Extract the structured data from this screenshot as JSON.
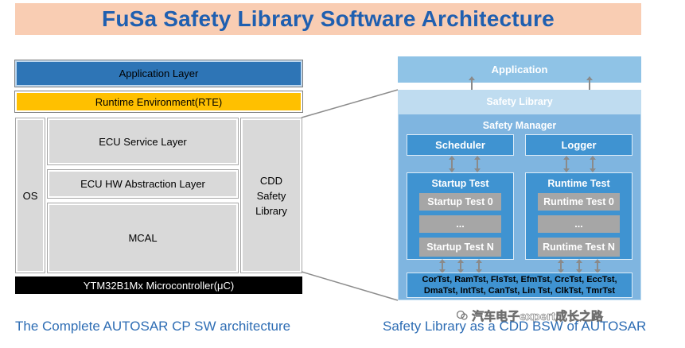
{
  "title": "FuSa Safety Library Software Architecture",
  "left": {
    "application_layer": "Application Layer",
    "rte": "Runtime Environment(RTE)",
    "os": "OS",
    "ecu_service": "ECU Service Layer",
    "ecu_hw": "ECU HW Abstraction Layer",
    "mcal": "MCAL",
    "cdd_line1": "CDD",
    "cdd_line2": "Safety",
    "cdd_line3": "Library",
    "micro": "YTM32B1Mx Microcontroller(μC)",
    "caption": "The Complete AUTOSAR CP SW architecture"
  },
  "right": {
    "application": "Application",
    "safety_library": "Safety Library",
    "safety_manager": "Safety Manager",
    "scheduler": "Scheduler",
    "logger": "Logger",
    "startup": {
      "title": "Startup Test",
      "items": [
        "Startup Test 0",
        "...",
        "Startup Test N"
      ]
    },
    "runtime": {
      "title": "Runtime Test",
      "items": [
        "Runtime Test 0",
        "...",
        "Runtime Test N"
      ]
    },
    "tests_line1": "CorTst, RamTst, FlsTst, EfmTst, CrcTst, EccTst,",
    "tests_line2": "DmaTst, IntTst, CanTst, Lin Tst, ClkTst, TmrTst",
    "caption": "Safety Library as a CDD BSW of AUTOSAR"
  },
  "watermark": "汽车电子expert成长之路",
  "colors": {
    "title_bg": "#f9cdb3",
    "title_text": "#1f5fb0",
    "app_layer": "#2e75b6",
    "rte": "#ffc000",
    "micro": "#000000",
    "light_blue": "#8fc3e6",
    "mid_blue": "#3f93d1"
  }
}
